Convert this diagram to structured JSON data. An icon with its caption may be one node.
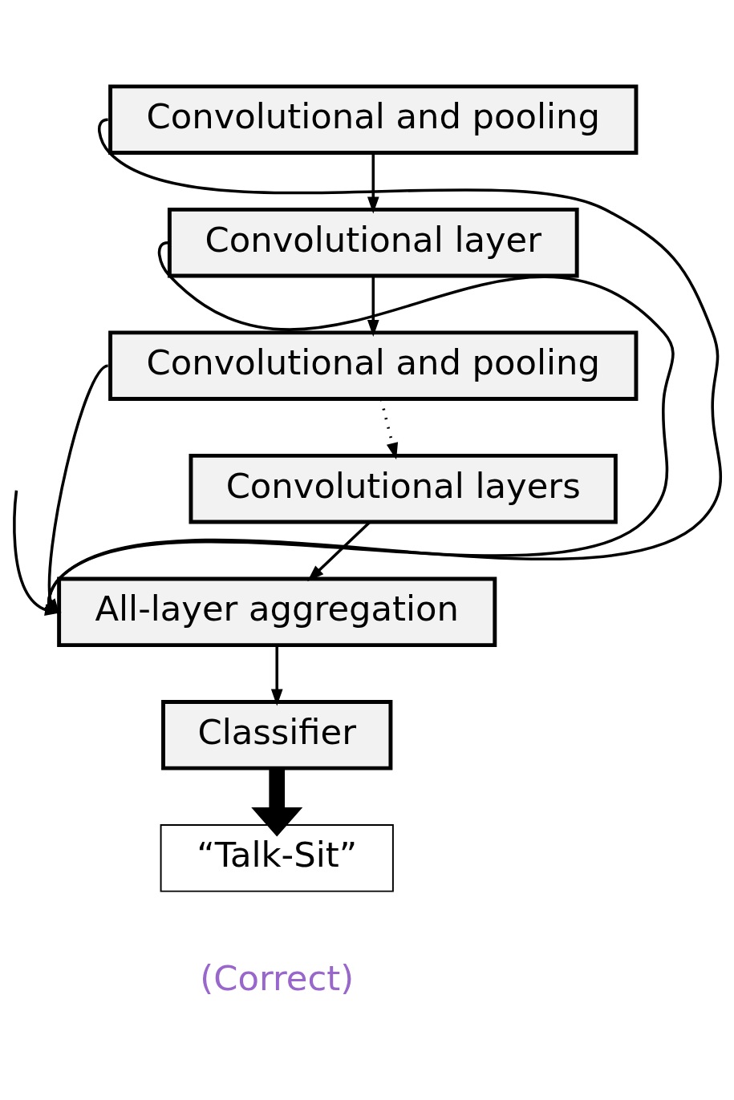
{
  "diagram": {
    "nodes": [
      {
        "text": [
          "Convolutional and pooling"
        ]
      },
      {
        "text": [
          "Convolutional layer"
        ]
      },
      {
        "text": [
          "Convolutional and pooling"
        ]
      },
      {
        "text": [
          "Convolutional layers"
        ]
      },
      {
        "text": [
          "All-layer aggregation"
        ]
      },
      {
        "text": [
          "Classifier"
        ]
      },
      {
        "text": [
          "“Talk-Sit”"
        ],
        "beside": [
          "(Correct)"
        ]
      }
    ],
    "edges": [
      {
        "from": 0,
        "to": 1,
        "arrow": "to"
      },
      {
        "from": 1,
        "to": 2,
        "arrow": "to"
      },
      {
        "from": 2,
        "to": 3,
        "arrow": "to",
        "style": "dashed"
      },
      {
        "from": 3,
        "to": 4,
        "arrow": "to"
      },
      {
        "from": 4,
        "to": 5,
        "arrow": "to"
      },
      {
        "from": 5,
        "to": 6,
        "arrow": "to",
        "style": "thick"
      },
      {
        "from": 0,
        "to": 4,
        "arrow": "to"
      },
      {
        "from": 1,
        "to": 4,
        "arrow": "to"
      },
      {
        "from": 2,
        "to": 4,
        "arrow": "to"
      },
      {
        "from": null,
        "to": 4,
        "arrow": "to"
      }
    ]
  }
}
